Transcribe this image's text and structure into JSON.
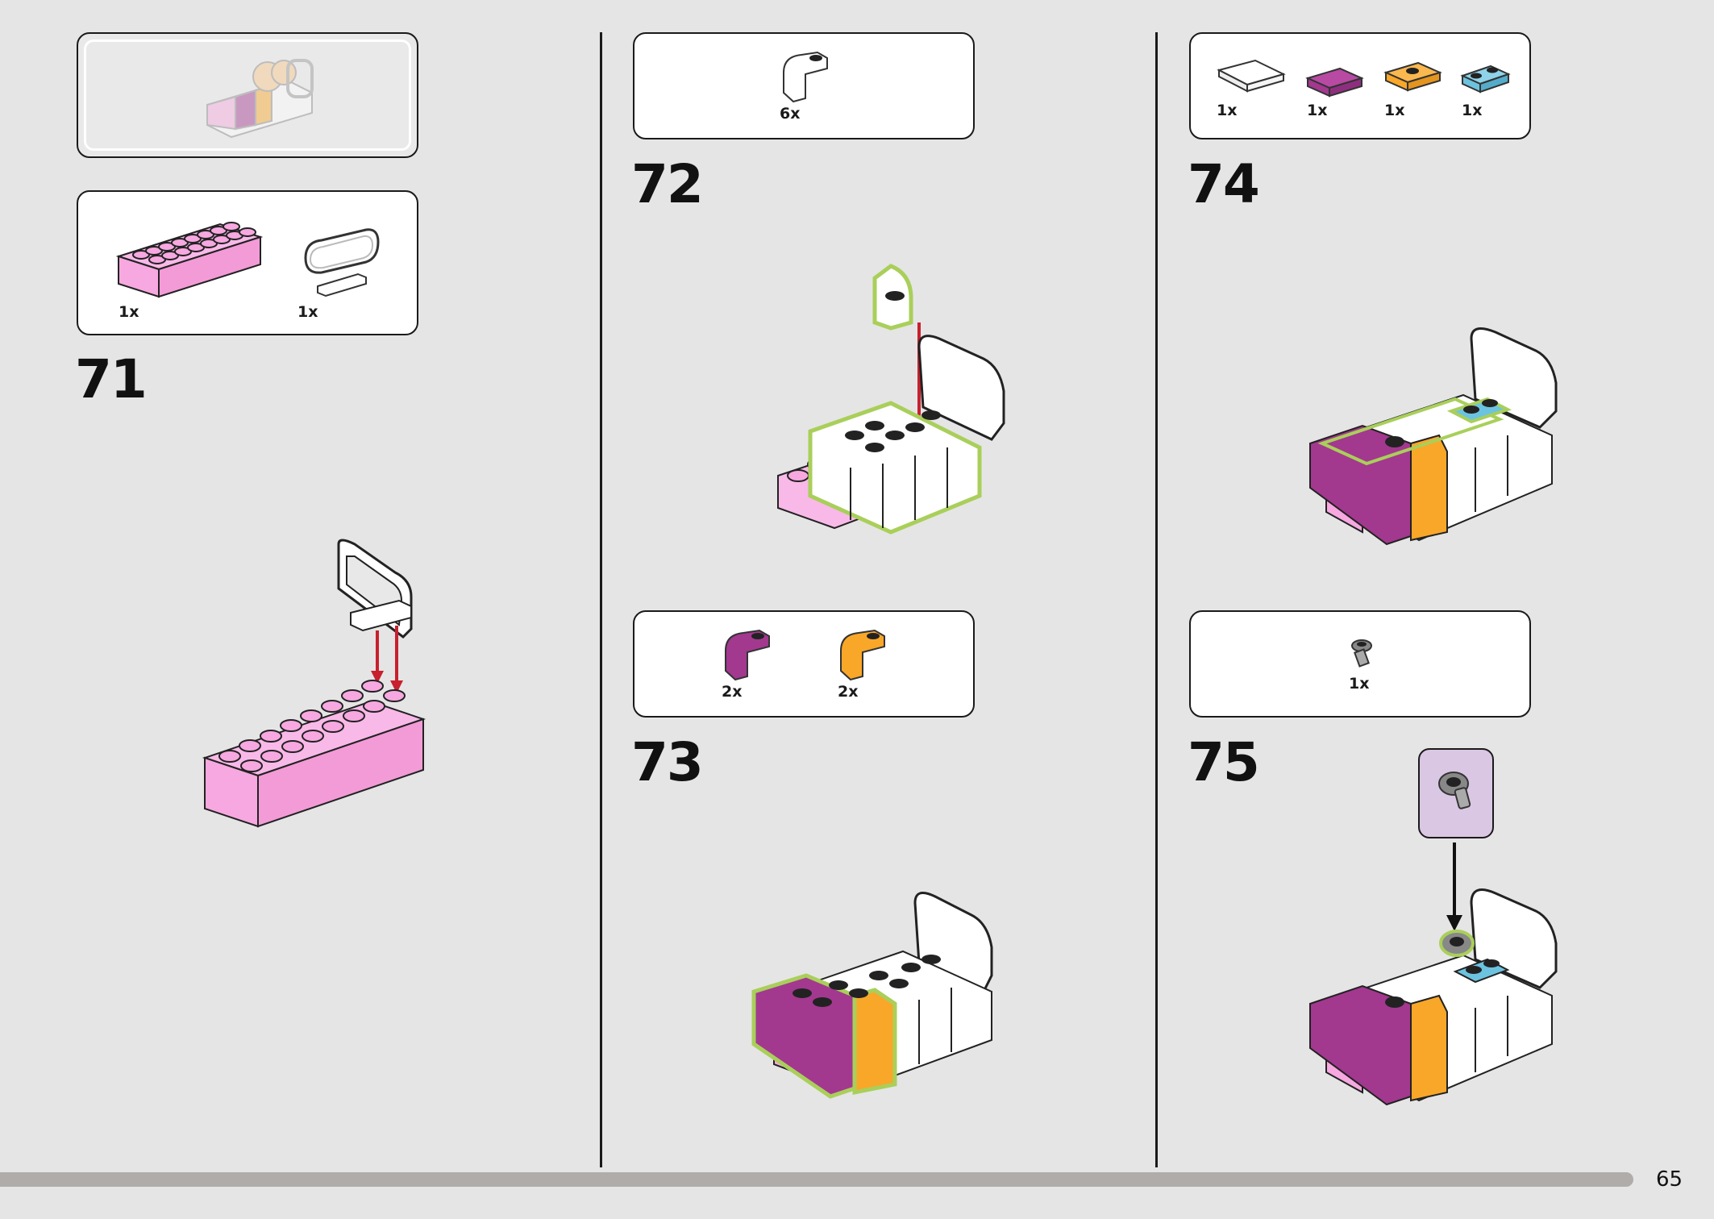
{
  "page": {
    "number": "65"
  },
  "colors": {
    "pink": "#f7a8e0",
    "magenta": "#a3388f",
    "orange": "#f9a729",
    "blue": "#6cc3e0",
    "white": "#ffffff",
    "highlight": "#a9cf5a",
    "arrow_red": "#c8202e",
    "callout_bg": "#d9c7e3"
  },
  "steps": [
    {
      "number": "71",
      "parts": [
        {
          "icon": "pink-2x8-brick-icon",
          "qty": "1x"
        },
        {
          "icon": "bed-headboard-icon",
          "qty": "1x"
        }
      ]
    },
    {
      "number": "72",
      "parts": [
        {
          "icon": "white-curved-slope-icon",
          "qty": "6x"
        }
      ]
    },
    {
      "number": "73",
      "parts": [
        {
          "icon": "magenta-curved-slope-icon",
          "qty": "2x"
        },
        {
          "icon": "orange-curved-slope-icon",
          "qty": "2x"
        }
      ]
    },
    {
      "number": "74",
      "parts": [
        {
          "icon": "white-tile-icon",
          "qty": "1x"
        },
        {
          "icon": "magenta-tile-icon",
          "qty": "1x"
        },
        {
          "icon": "orange-jumper-plate-icon",
          "qty": "1x"
        },
        {
          "icon": "blue-1x2-plate-icon",
          "qty": "1x"
        }
      ]
    },
    {
      "number": "75",
      "parts": [
        {
          "icon": "grey-hinge-piece-icon",
          "qty": "1x"
        }
      ]
    }
  ]
}
